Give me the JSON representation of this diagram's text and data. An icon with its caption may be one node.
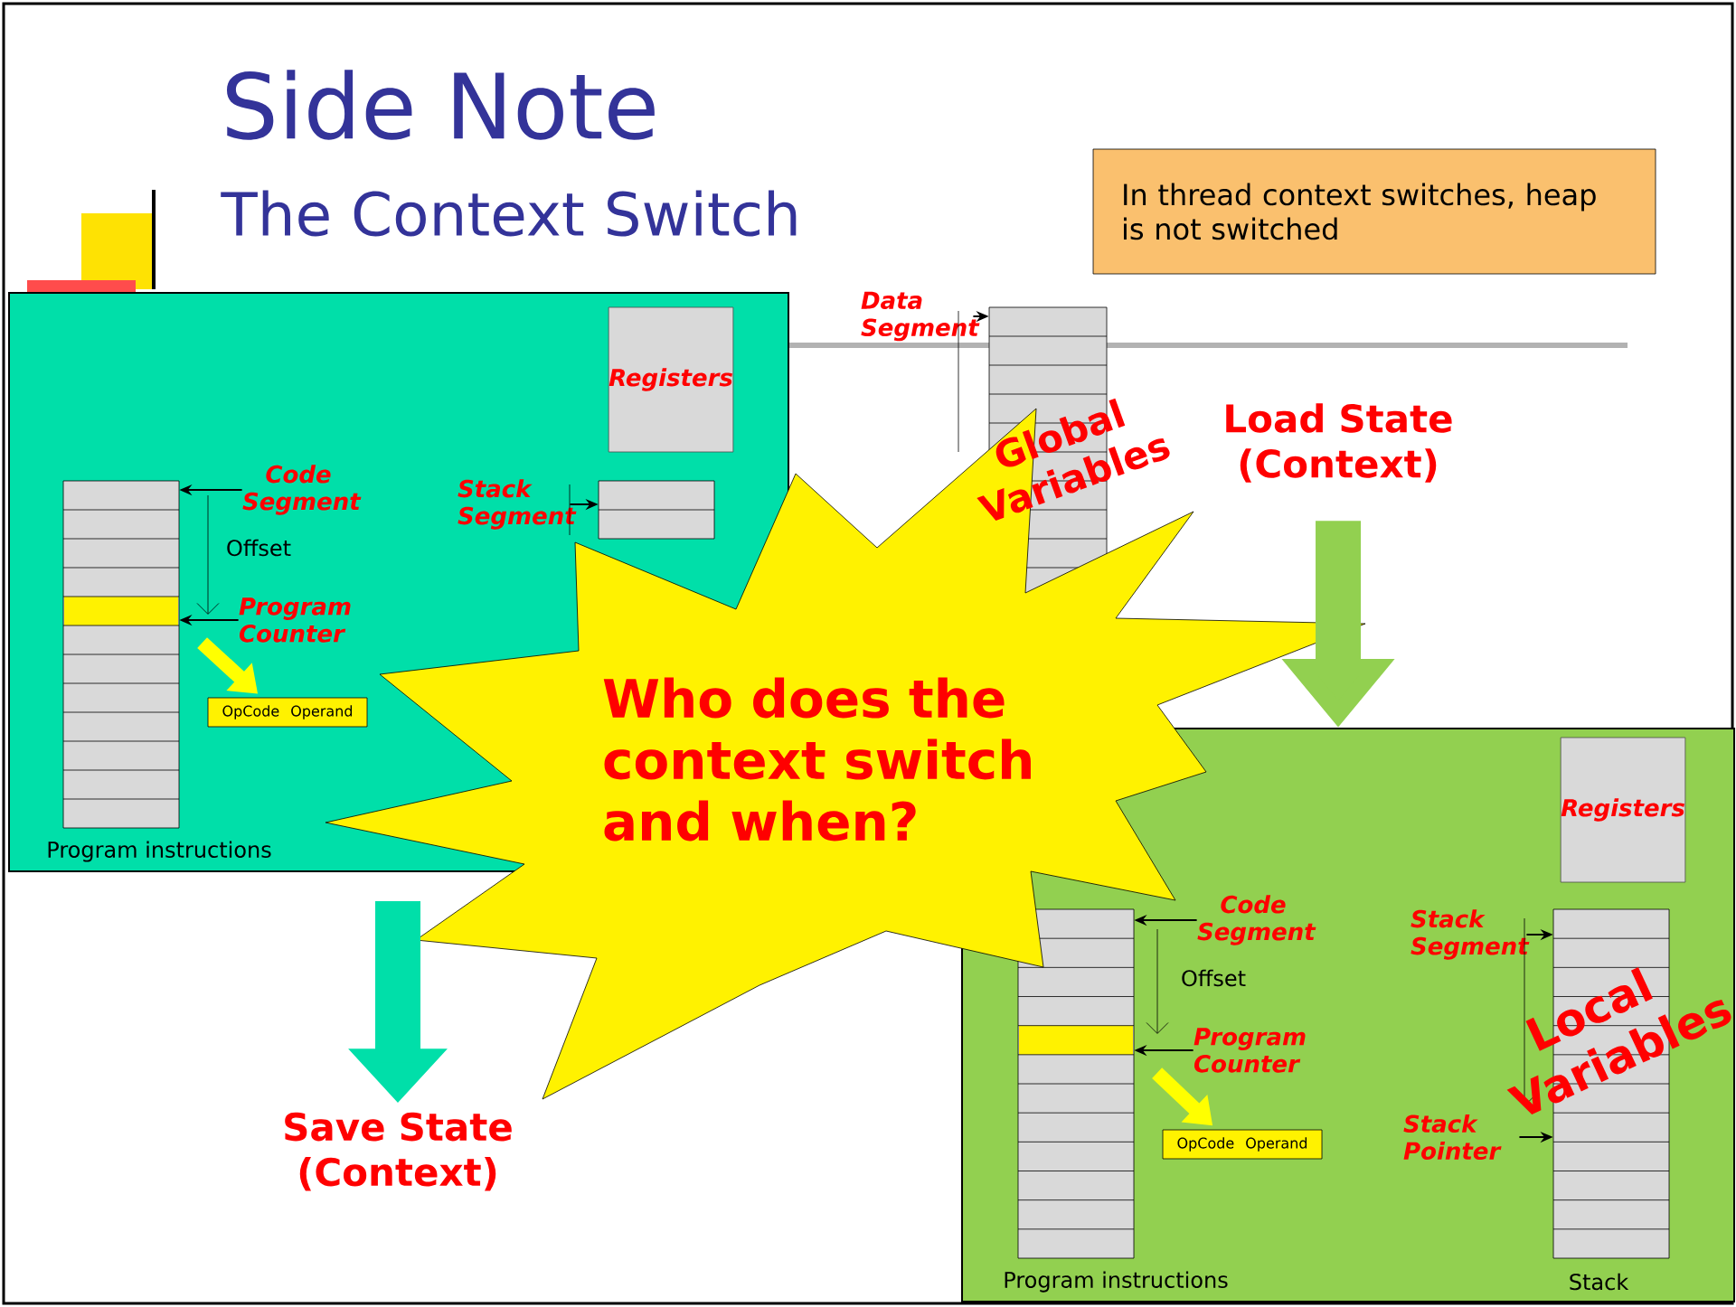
{
  "diagram": {
    "title": "Side Note",
    "nodes": [
      {
        "text": [
          "In thread context switches, heap is not switched"
        ]
      },
      {
        "text": [],
        "shape": "box"
      },
      {
        "text": [
          "Registers"
        ],
        "in": 1
      },
      {
        "text": [],
        "shape": "box",
        "in": 1,
        "beside": [
          "Program instructions"
        ]
      },
      {
        "text": [
          "Code Segment"
        ],
        "in": 1
      },
      {
        "text": [
          "Program Counter"
        ],
        "in": 1
      },
      {
        "text": [
          "OpCode",
          "Operand"
        ],
        "in": 1
      },
      {
        "text": [],
        "shape": "box",
        "in": 1
      },
      {
        "text": [
          "Stack Segment"
        ],
        "in": 1
      },
      {
        "text": [
          "Data Segment"
        ]
      },
      {
        "text": [],
        "shape": "box"
      },
      {
        "text": [
          "Load State (Context)"
        ]
      },
      {
        "text": [
          "Who does the context switch and when?"
        ]
      },
      {
        "text": [],
        "shape": "box"
      },
      {
        "text": [
          "Registers"
        ],
        "in": 13
      },
      {
        "text": [],
        "shape": "box",
        "in": 13,
        "beside": [
          "Program instructions"
        ]
      },
      {
        "text": [
          "Code Segment"
        ],
        "in": 13
      },
      {
        "text": [
          "Program Counter"
        ],
        "in": 13
      },
      {
        "text": [
          "OpCode",
          "Operand"
        ],
        "in": 13
      },
      {
        "text": [],
        "shape": "box",
        "in": 13,
        "beside": [
          "Stack"
        ]
      },
      {
        "text": [
          "Stack Segment"
        ],
        "in": 13
      },
      {
        "text": [
          "Stack Pointer"
        ],
        "in": 13
      },
      {
        "text": [
          "Save State (Context)"
        ]
      }
    ],
    "edges": [
      {
        "from": 1,
        "to": 22,
        "arrow": "to",
        "style": "thick",
        "color": "#00dfa9"
      },
      {
        "from": 11,
        "to": 13,
        "arrow": "to",
        "style": "thick",
        "color": "#92d050"
      },
      {
        "from": 4,
        "to": 3,
        "arrow": "to"
      },
      {
        "from": 5,
        "to": 3,
        "arrow": "to"
      },
      {
        "from": 5,
        "to": 6,
        "arrow": "to",
        "style": "thick",
        "color": "#ffff00"
      },
      {
        "from": 8,
        "to": 7,
        "arrow": "to"
      },
      {
        "from": 9,
        "to": 10,
        "arrow": "to"
      },
      {
        "from": 16,
        "to": 15,
        "arrow": "to"
      },
      {
        "from": 17,
        "to": 15,
        "arrow": "to"
      },
      {
        "from": 17,
        "to": 18,
        "arrow": "to",
        "style": "thick",
        "color": "#ffff00"
      },
      {
        "from": 20,
        "to": 19,
        "arrow": "to"
      },
      {
        "from": 21,
        "to": 19,
        "arrow": "to"
      }
    ],
    "labels": [
      "The Context Switch",
      "Global Variables",
      "Offset",
      "Offset",
      "Local Variables"
    ]
  }
}
